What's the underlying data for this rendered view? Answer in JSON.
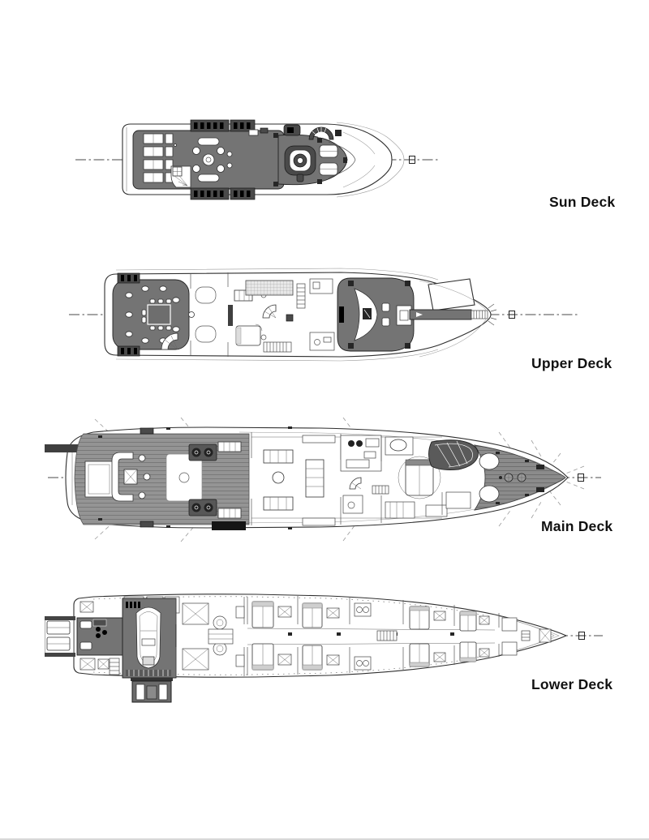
{
  "page": {
    "background": "#ffffff",
    "bottom_rule_color": "#d8d8d8"
  },
  "decks": [
    {
      "id": "sun-deck",
      "label": "Sun Deck"
    },
    {
      "id": "upper-deck",
      "label": "Upper Deck"
    },
    {
      "id": "main-deck",
      "label": "Main Deck"
    },
    {
      "id": "lower-deck",
      "label": "Lower Deck"
    }
  ],
  "drawing": {
    "type": "yacht-general-arrangement-plans",
    "view": "top-down deck plans, bow pointing right",
    "colors": {
      "outline": "#2e2e2e",
      "deck_fill": "#747474",
      "teak_fill": "#949494",
      "furniture_dark": "#4a4a4a",
      "centerline": "#4a4a4a",
      "label_text": "#111111"
    },
    "centerline_symbol": "datum-target"
  }
}
